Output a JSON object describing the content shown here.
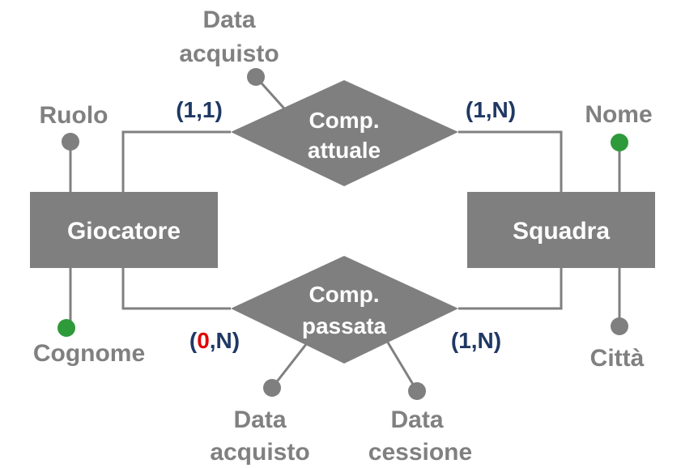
{
  "colors": {
    "shape_fill": "#7f7f7f",
    "line": "#808080",
    "attr_text": "#808080",
    "cardinality": "#1f3864",
    "cardinality_highlight": "#e00000",
    "key_attribute": "#2e9a3a",
    "plain_attribute": "#7f7f7f"
  },
  "entities": {
    "giocatore": "Giocatore",
    "squadra": "Squadra"
  },
  "relationships": {
    "comp_attuale": {
      "line1": "Comp.",
      "line2": "attuale"
    },
    "comp_passata": {
      "line1": "Comp.",
      "line2": "passata"
    }
  },
  "attributes": {
    "ruolo": "Ruolo",
    "cognome": "Cognome",
    "nome": "Nome",
    "citta": "Città",
    "attuale_data_acquisto": {
      "line1": "Data",
      "line2": "acquisto"
    },
    "passata_data_acquisto": {
      "line1": "Data",
      "line2": "acquisto"
    },
    "passata_data_cessione": {
      "line1": "Data",
      "line2": "cessione"
    }
  },
  "cardinalities": {
    "giocatore_attuale": "(1,1)",
    "squadra_attuale": "(1,N)",
    "giocatore_passata": {
      "open": "(",
      "min": "0",
      "rest": ",N)"
    },
    "squadra_passata": "(1,N)"
  }
}
